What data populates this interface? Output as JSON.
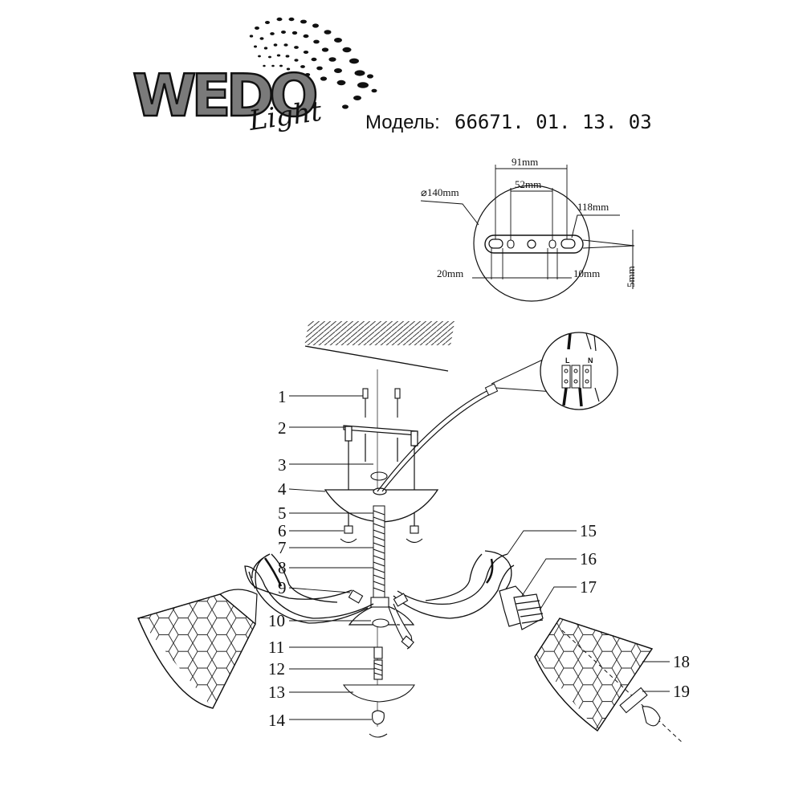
{
  "header": {
    "brand_main": "WEDO",
    "brand_script": "Light",
    "model_label": "Модель:",
    "model_number": "66671. 01. 13. 03"
  },
  "mounting_bar": {
    "diameter": "⌀140mm",
    "width_total": "91mm",
    "width_inner": "52mm",
    "length": "118mm",
    "offset_left": "20mm",
    "offset_right": "10mm",
    "thickness": "5mm"
  },
  "wiring": {
    "live_label": "L",
    "neutral_label": "N"
  },
  "callouts": {
    "n1": "1",
    "n2": "2",
    "n3": "3",
    "n4": "4",
    "n5": "5",
    "n6": "6",
    "n7": "7",
    "n8": "8",
    "n9": "9",
    "n10": "10",
    "n11": "11",
    "n12": "12",
    "n13": "13",
    "n14": "14",
    "n15": "15",
    "n16": "16",
    "n17": "17",
    "n18": "18",
    "n19": "19"
  },
  "colors": {
    "ink": "#111111",
    "brand_grey": "#7a7a7a",
    "paper": "#ffffff"
  },
  "icons": [
    "wedo-light-logo",
    "dot-swirl-icon",
    "terminal-block-icon"
  ]
}
